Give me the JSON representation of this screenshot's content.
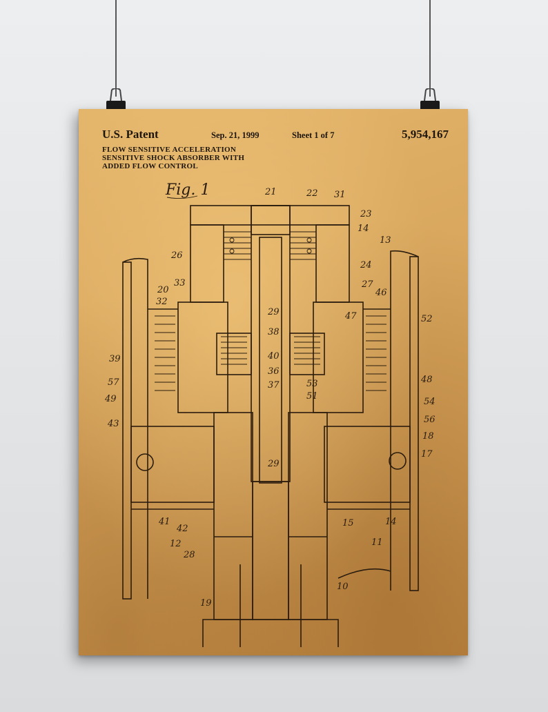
{
  "patent": {
    "office": "U.S. Patent",
    "date": "Sep. 21, 1999",
    "sheet": "Sheet 1 of 7",
    "number": "5,954,167",
    "title_lines": [
      "FLOW SENSITIVE ACCELERATION",
      "SENSITIVE SHOCK ABSORBER WITH",
      "ADDED FLOW CONTROL"
    ],
    "figure_label": "Fig. 1"
  },
  "reference_labels": [
    "21",
    "22",
    "31",
    "23",
    "14",
    "13",
    "26",
    "24",
    "33",
    "20",
    "27",
    "46",
    "32",
    "29",
    "47",
    "52",
    "38",
    "39",
    "40",
    "36",
    "37",
    "53",
    "48",
    "57",
    "51",
    "49",
    "54",
    "43",
    "56",
    "18",
    "29",
    "17",
    "41",
    "42",
    "15",
    "14",
    "11",
    "12",
    "28",
    "10",
    "19"
  ],
  "colors": {
    "paper": "#d9a75e",
    "ink": "#2a1c0e",
    "wall": "#e4e6e8"
  }
}
